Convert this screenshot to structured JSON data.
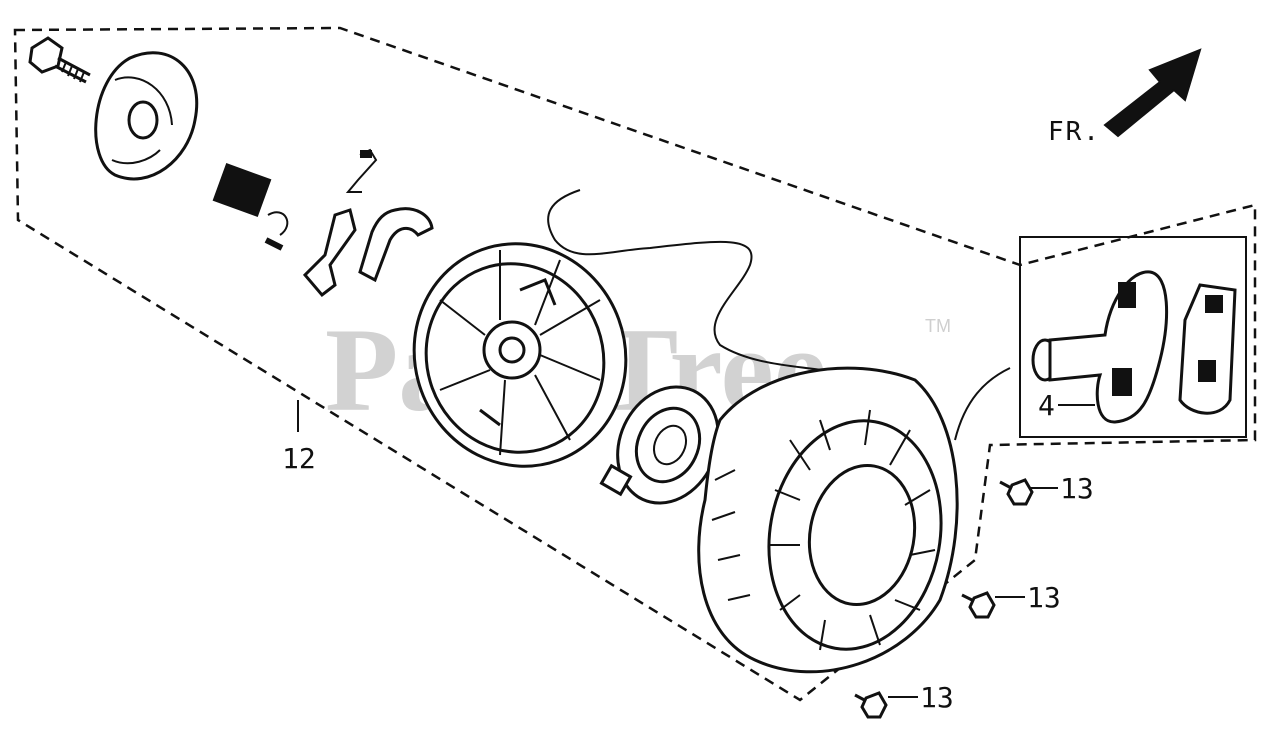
{
  "diagram": {
    "watermark": "PartsTree",
    "watermark_tm": "TM",
    "direction_label": "FR.",
    "callouts": {
      "assembly": "12",
      "handle": "4",
      "bolt_1": "13",
      "bolt_2": "13",
      "bolt_3": "13"
    },
    "colors": {
      "ink": "#111111",
      "background": "#ffffff",
      "watermark": "#d2d2d2"
    }
  }
}
